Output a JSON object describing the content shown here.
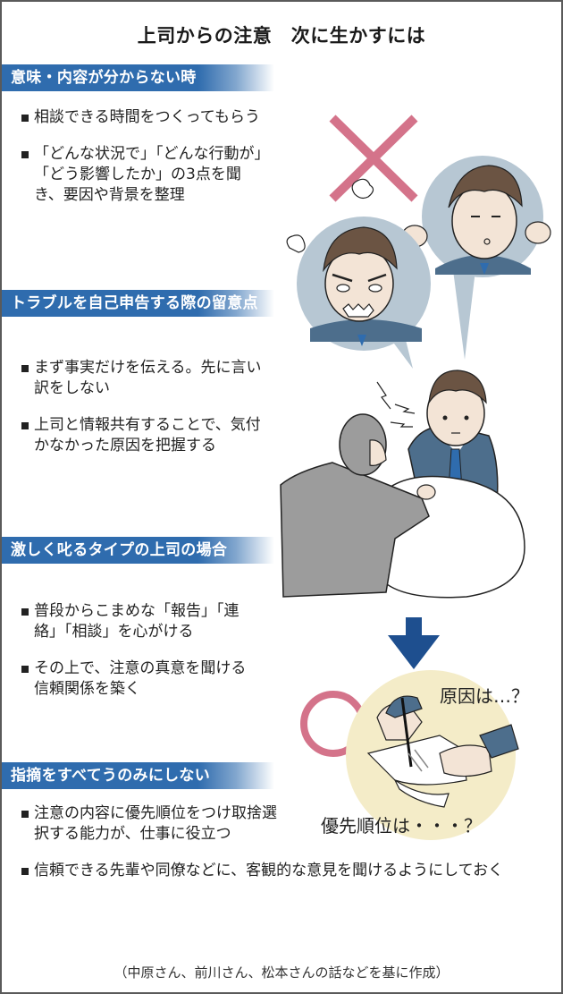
{
  "title": "上司からの注意　次に生かすには",
  "sections": [
    {
      "heading": "意味・内容が分からない時",
      "bullets": [
        "相談できる時間をつくってもらう",
        "「どんな状況で」「どんな行動が」「どう影響したか」の3点を聞き、要因や背景を整理"
      ]
    },
    {
      "heading": "トラブルを自己申告する際の留意点",
      "bullets": [
        "まず事実だけを伝える。先に言い訳をしない",
        "上司と情報共有することで、気付かなかった原因を把握する"
      ]
    },
    {
      "heading": "激しく叱るタイプの上司の場合",
      "bullets": [
        "普段からこまめな「報告」「連絡」「相談」を心がける",
        "その上で、注意の真意を聞ける信頼関係を築く"
      ]
    },
    {
      "heading": "指摘をすべてうのみにしない",
      "bullets": [
        "注意の内容に優先順位をつけ取捨選択する能力が、仕事に役立つ",
        "信頼できる先輩や同僚などに、客観的な意見を聞けるようにしておく"
      ]
    }
  ],
  "illustration": {
    "captions": [
      "原因は…？",
      "優先順位は・・・？"
    ],
    "bad_mark": "cross-icon",
    "good_mark": "circle-icon",
    "colors": {
      "accent_blue": "#2f6cae",
      "arrow_navy": "#1e4f8f",
      "mark_pink": "#d4738a",
      "bubble_gray": "#b7c7d3",
      "circle_cream": "#f4ecc8",
      "suit_blue": "#4d6e8c",
      "boss_gray": "#9c9c9c"
    }
  },
  "footer": "（中原さん、前川さん、松本さんの話などを基に作成）"
}
